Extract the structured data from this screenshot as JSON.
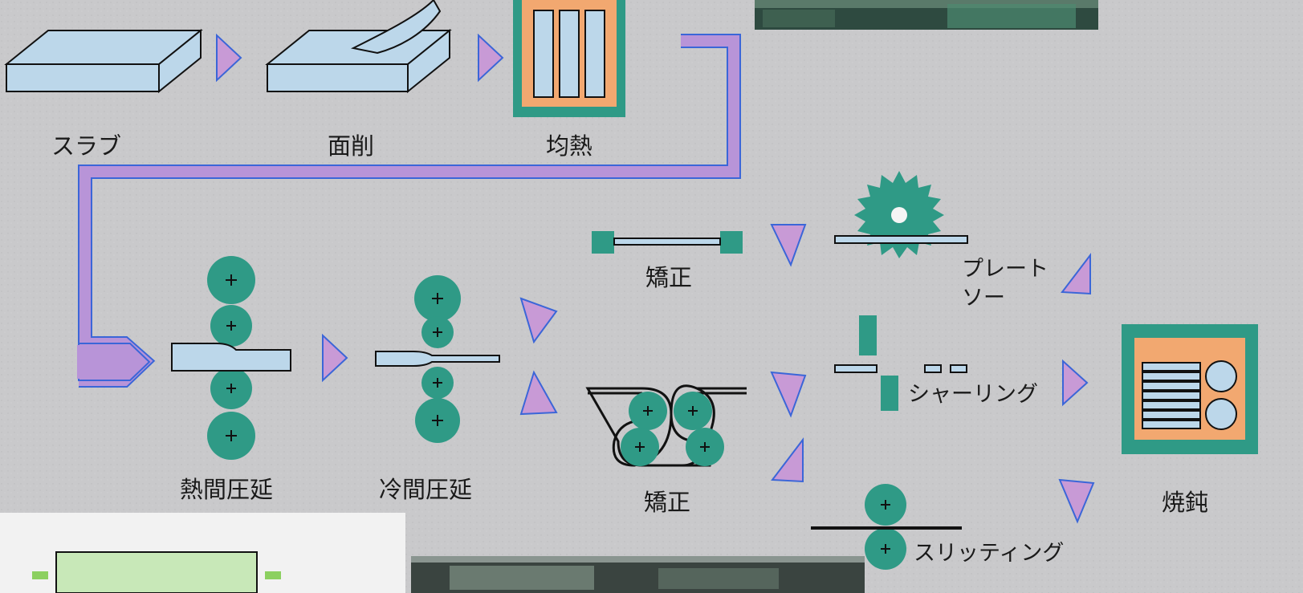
{
  "colors": {
    "background": "#c9c9cb",
    "steel": "#bcd7ea",
    "roll": "#2f9a86",
    "arrow": "#c89ad6",
    "arrow_border": "#3b66d8",
    "furnace_outer": "#2f9a86",
    "furnace_inner": "#f2a870",
    "flow_pipe": "#b894d8"
  },
  "steps": {
    "slab": "スラブ",
    "scalping": "面削",
    "soaking": "均熱",
    "hot_rolling": "熱間圧延",
    "cold_rolling": "冷間圧延",
    "leveling_top": "矯正",
    "leveling_bottom": "矯正",
    "plate_saw": "プレート\nソー",
    "shearing": "シャーリング",
    "slitting": "スリッティング",
    "annealing": "焼鈍"
  }
}
